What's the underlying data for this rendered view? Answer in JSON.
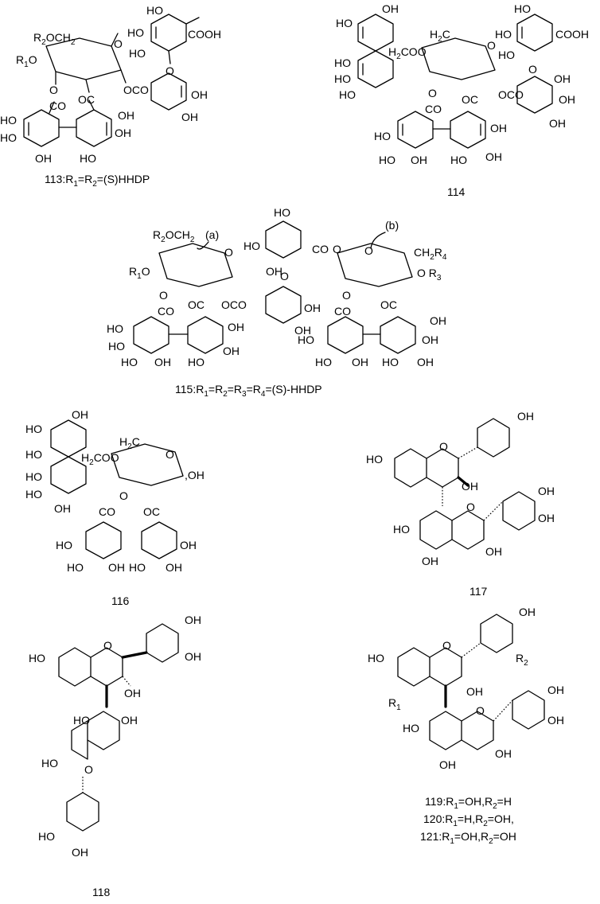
{
  "compounds": {
    "c113": {
      "label_a": "113:R",
      "label_b": "=R",
      "label_c": "=(S)HHDP",
      "sub1": "1",
      "sub2": "2"
    },
    "c114": {
      "label": "114"
    },
    "c115": {
      "label_a": "115:R",
      "label_b": "=R",
      "label_c": "=R",
      "label_d": "=R",
      "label_e": "=(S)-HHDP",
      "sub1": "1",
      "sub2": "2",
      "sub3": "3",
      "sub4": "4",
      "mark_a": "(a)",
      "mark_b": "(b)"
    },
    "c116": {
      "label": "116"
    },
    "c117": {
      "label": "117"
    },
    "c118": {
      "label": "118"
    },
    "c119_121": {
      "line1": {
        "a": "119:R",
        "b": "=OH,R",
        "c": "=H"
      },
      "line2": {
        "a": "120:R",
        "b": "=H,R",
        "c": "=OH,"
      },
      "line3": {
        "a": "121:R",
        "b": "=OH,R",
        "c": "=OH"
      },
      "sub1": "1",
      "sub2": "2"
    }
  },
  "atoms": {
    "OH": "OH",
    "HO": "HO",
    "COOH": "COOH",
    "O": "O",
    "OC": "OC",
    "CO": "CO",
    "OCO": "OCO",
    "R2OCH2": "R2OCH2",
    "R1O": "R1O",
    "H2COO": "H2COO",
    "CH2R4": "CH2R4",
    "OR3": "OR3",
    "R1": "R1",
    "R2": "R2",
    "OHsub": ",OH",
    "H2C": "H2C",
    "CH2": "CH2"
  }
}
